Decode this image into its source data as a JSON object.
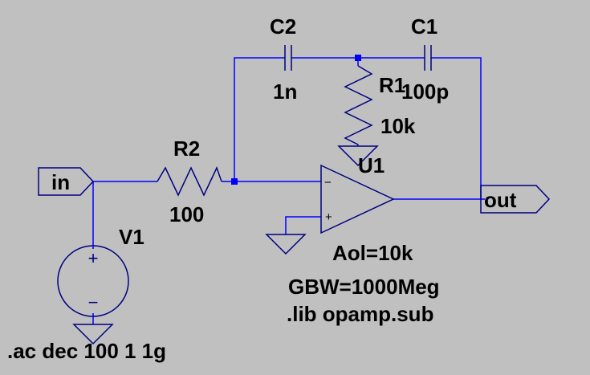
{
  "schematic": {
    "components": {
      "c2": {
        "ref": "C2",
        "value": "1n"
      },
      "c1": {
        "ref": "C1",
        "value": "100p"
      },
      "r1": {
        "ref": "R1",
        "value": "10k"
      },
      "r2": {
        "ref": "R2",
        "value": "100"
      },
      "v1": {
        "ref": "V1"
      },
      "u1": {
        "ref": "U1",
        "param_aol": "Aol=10k",
        "param_gbw": "GBW=1000Meg",
        "pin_inv": "−",
        "pin_noninv": "+"
      }
    },
    "ports": {
      "input": "in",
      "output": "out"
    },
    "directives": {
      "lib": ".lib opamp.sub",
      "ac": ".ac dec 100 1 1g"
    },
    "source_symbols": {
      "plus": "+",
      "minus": "−"
    }
  },
  "colors": {
    "background": "#c0c0c0",
    "wire": "#0000ff",
    "component": "#000080",
    "text": "#000000",
    "junction": "#0000ff"
  }
}
